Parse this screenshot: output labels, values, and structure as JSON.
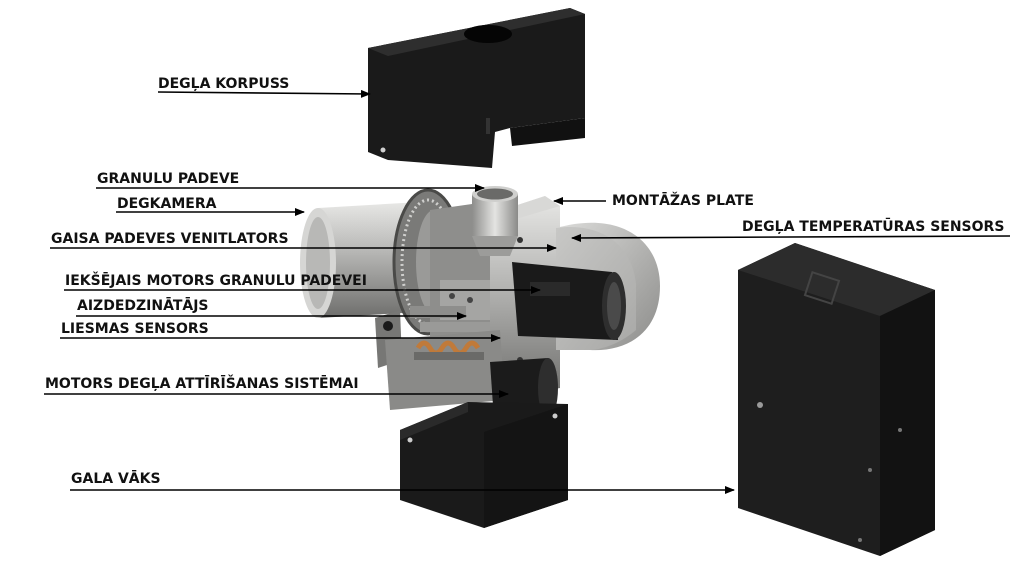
{
  "labels": {
    "korpuss": "DEGĻA KORPUSS",
    "granulu_padeve": "GRANULU PADEVE",
    "degkamera": "DEGKAMERA",
    "gaisa_padeves_ventilators": "GAISA PADEVES VENITLATORS",
    "iekselais_motors": "IEKŠĒJAIS MOTORS GRANULU PADEVEI",
    "aizdedzinatajs": "AIZDEDZINĀTĀJS",
    "liesmas_sensors": "LIESMAS SENSORS",
    "motors_attirisana": "MOTORS DEGĻA ATTĪRĪŠANAS SISTĒMAI",
    "gala_vaks": "GALA VĀKS",
    "montazas_plate": "MONTĀŽAS PLATE",
    "temperaturas_sensors": "DEGĻA TEMPERATŪRAS SENSORS"
  },
  "colors": {
    "housing": "#1c1c1c",
    "steel": "#a9a9a7",
    "text": "#111111",
    "leader": "#000000",
    "background": "#ffffff"
  }
}
